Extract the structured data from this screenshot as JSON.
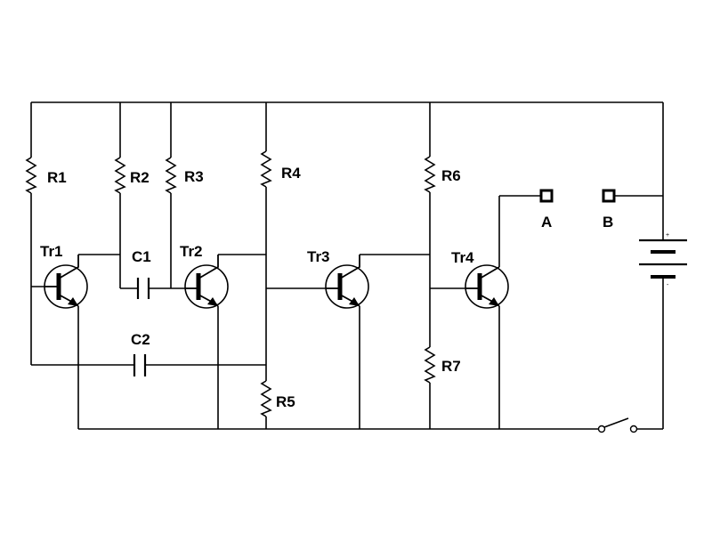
{
  "labels": {
    "r1": "R1",
    "r2": "R2",
    "r3": "R3",
    "r4": "R4",
    "r5": "R5",
    "r6": "R6",
    "r7": "R7",
    "c1": "C1",
    "c2": "C2",
    "tr1": "Tr1",
    "tr2": "Tr2",
    "tr3": "Tr3",
    "tr4": "Tr4",
    "a": "A",
    "b": "B",
    "battery_plus": "+",
    "battery_minus": "-"
  }
}
